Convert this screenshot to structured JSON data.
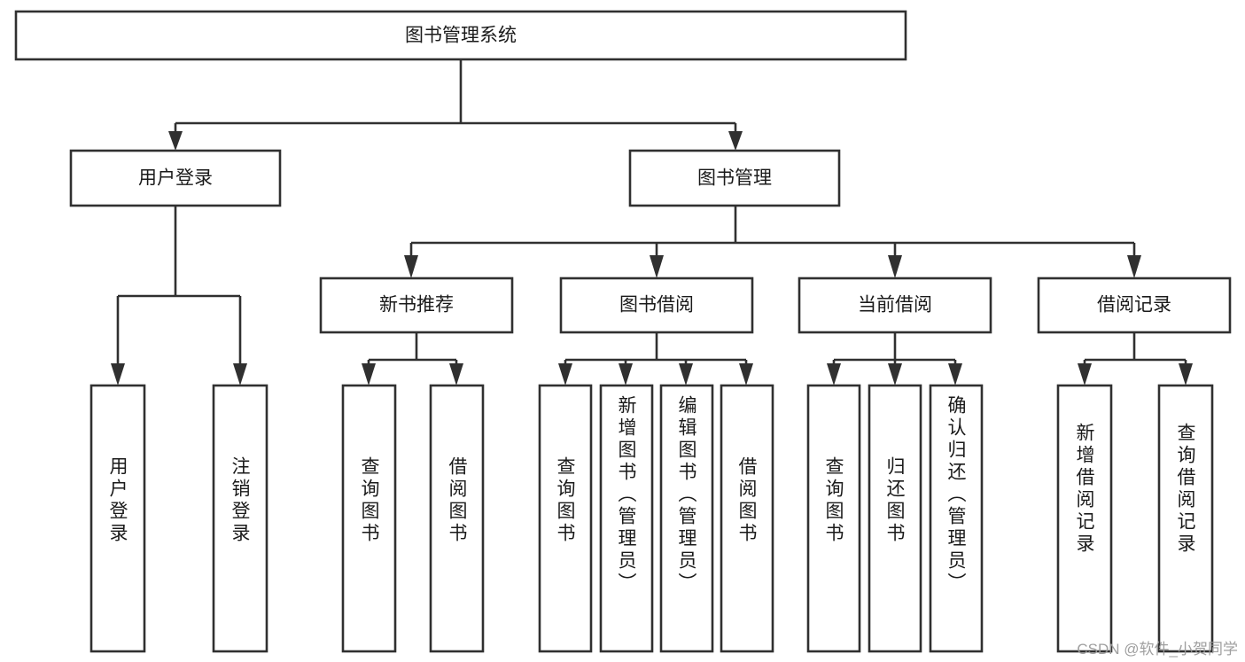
{
  "diagram": {
    "title": "图书管理系统",
    "type": "tree-hierarchy",
    "background_color": "#ffffff",
    "line_color": "#303030",
    "text_color": "#1a1a1a",
    "root": {
      "label": "图书管理系统",
      "level": 1,
      "orientation": "horizontal"
    },
    "level2": [
      {
        "label": "用户登录",
        "orientation": "horizontal"
      },
      {
        "label": "图书管理",
        "orientation": "horizontal"
      }
    ],
    "level3": [
      {
        "label": "新书推荐",
        "orientation": "horizontal",
        "parent": "图书管理"
      },
      {
        "label": "图书借阅",
        "orientation": "horizontal",
        "parent": "图书管理"
      },
      {
        "label": "当前借阅",
        "orientation": "horizontal",
        "parent": "图书管理"
      },
      {
        "label": "借阅记录",
        "orientation": "horizontal",
        "parent": "图书管理"
      }
    ],
    "leaves": [
      {
        "label": "用户登录",
        "orientation": "vertical",
        "parent": "用户登录"
      },
      {
        "label": "注销登录",
        "orientation": "vertical",
        "parent": "用户登录"
      },
      {
        "label": "查询图书",
        "orientation": "vertical",
        "parent": "新书推荐"
      },
      {
        "label": "借阅图书",
        "orientation": "vertical",
        "parent": "新书推荐"
      },
      {
        "label": "查询图书",
        "orientation": "vertical",
        "parent": "图书借阅"
      },
      {
        "label": "新增图书（管理员）",
        "orientation": "vertical",
        "parent": "图书借阅"
      },
      {
        "label": "编辑图书（管理员）",
        "orientation": "vertical",
        "parent": "图书借阅"
      },
      {
        "label": "借阅图书",
        "orientation": "vertical",
        "parent": "图书借阅"
      },
      {
        "label": "查询图书",
        "orientation": "vertical",
        "parent": "当前借阅"
      },
      {
        "label": "归还图书",
        "orientation": "vertical",
        "parent": "当前借阅"
      },
      {
        "label": "确认归还（管理员）",
        "orientation": "vertical",
        "parent": "当前借阅"
      },
      {
        "label": "新增借阅记录",
        "orientation": "vertical",
        "parent": "借阅记录"
      },
      {
        "label": "查询借阅记录",
        "orientation": "vertical",
        "parent": "借阅记录"
      }
    ]
  },
  "watermark": {
    "text": "CSDN @软件_小贺同学"
  }
}
